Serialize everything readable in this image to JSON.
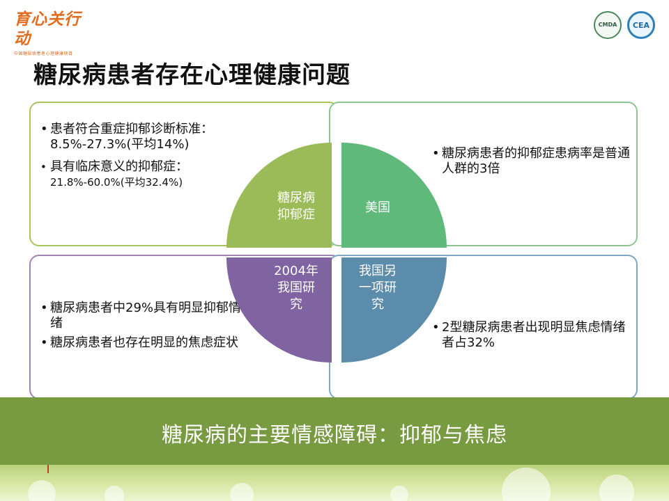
{
  "header": {
    "logo_text": "育心关行动",
    "logo_subtitle": "中国糖尿病患者心理健康项目",
    "badges": [
      {
        "name": "cmda-logo",
        "text": "CMDA"
      },
      {
        "name": "cea-logo",
        "text": "CEA"
      }
    ]
  },
  "slide": {
    "title": "糖尿病患者存在心理健康问题",
    "quadrants": {
      "top_left": {
        "label_lines": [
          "糖尿病",
          "抑郁症"
        ],
        "bullets": [
          "患者符合重症抑郁诊断标准：8.5%-27.3%(平均14%)",
          {
            "lead": "具有临床意义的抑郁症：",
            "rest": "21.8%-60.0%(平均32.4%)"
          }
        ]
      },
      "top_right": {
        "label_lines": [
          "美国"
        ],
        "bullets": [
          "糖尿病患者的抑郁症患病率是普通人群的3倍"
        ]
      },
      "bottom_left": {
        "label_lines": [
          "2004年",
          "我国研",
          "究"
        ],
        "bullets": [
          "糖尿病患者中29%具有明显抑郁情绪",
          "糖尿病患者也存在明显的焦虑症状"
        ]
      },
      "bottom_right": {
        "label_lines": [
          "我国另",
          "一项研",
          "究"
        ],
        "bullets": [
          "2型糖尿病患者出现明显焦虑情绪者占32%"
        ]
      }
    },
    "banner": "糖尿病的主要情感障碍：抑郁与焦虑"
  },
  "colors": {
    "quad_top_left": "#9bbb59",
    "quad_top_right": "#5fb97b",
    "quad_bottom_left": "#8064a2",
    "quad_bottom_right": "#5b8cab",
    "banner": "#789a40"
  }
}
